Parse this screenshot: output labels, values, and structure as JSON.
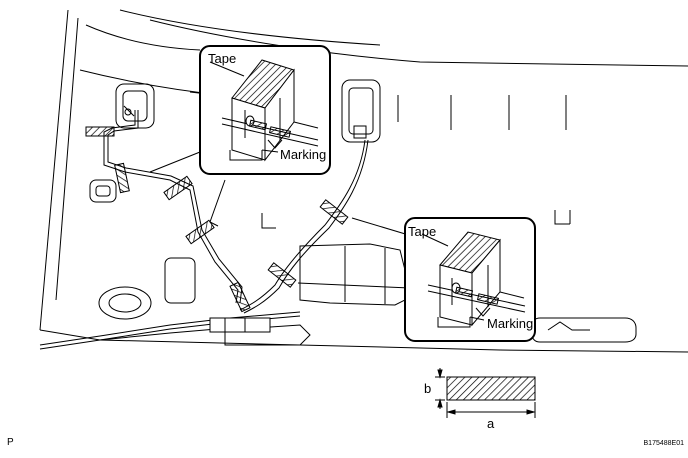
{
  "diagram": {
    "callout_top": {
      "tape_label": "Tape",
      "marking_label": "Marking"
    },
    "callout_right": {
      "tape_label": "Tape",
      "marking_label": "Marking"
    },
    "dimension": {
      "a_label": "a",
      "b_label": "b"
    },
    "corner_code": "P",
    "figure_id": "B175488E01"
  }
}
